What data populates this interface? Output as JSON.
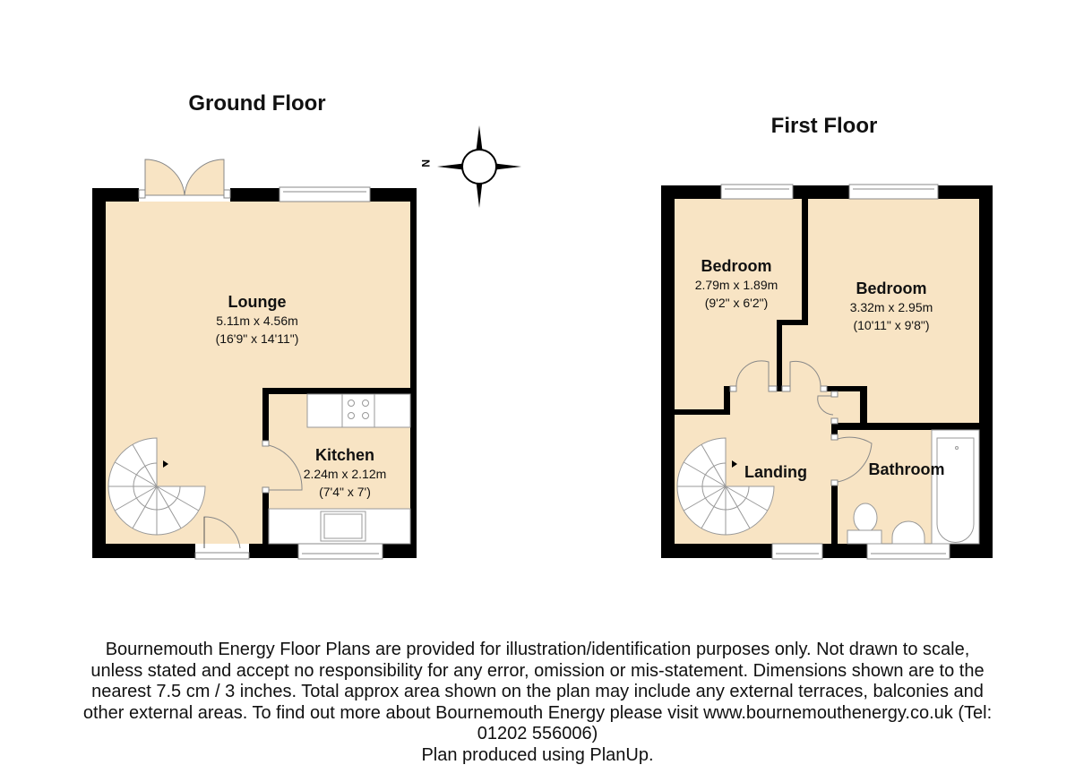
{
  "ground_floor": {
    "title": "Ground Floor",
    "rooms": [
      {
        "name": "Lounge",
        "metric": "5.11m x 4.56m",
        "imperial": "(16'9\" x 14'11\")"
      },
      {
        "name": "Kitchen",
        "metric": "2.24m x 2.12m",
        "imperial": "(7'4\" x 7')"
      }
    ]
  },
  "first_floor": {
    "title": "First Floor",
    "rooms": [
      {
        "name": "Bedroom",
        "metric": "2.79m x 1.89m",
        "imperial": "(9'2\" x 6'2\")"
      },
      {
        "name": "Bedroom",
        "metric": "3.32m x 2.95m",
        "imperial": "(10'11\" x 9'8\")"
      },
      {
        "name": "Landing"
      },
      {
        "name": "Bathroom"
      }
    ]
  },
  "compass": {
    "label": "N"
  },
  "colors": {
    "floor": "#f8e4c4",
    "wall": "#000000",
    "fixture": "#ffffff"
  },
  "footer": {
    "lines": [
      "Bournemouth Energy Floor Plans are provided for illustration/identification purposes only. Not drawn to scale,",
      "unless stated and accept no responsibility for any error, omission or mis-statement. Dimensions shown are to the",
      "nearest 7.5 cm / 3 inches. Total approx area shown on the plan may include any external terraces, balconies and",
      "other external areas. To find out more about Bournemouth Energy please visit www.bournemouthenergy.co.uk (Tel:",
      "01202 556006)",
      "Plan produced using PlanUp."
    ]
  }
}
